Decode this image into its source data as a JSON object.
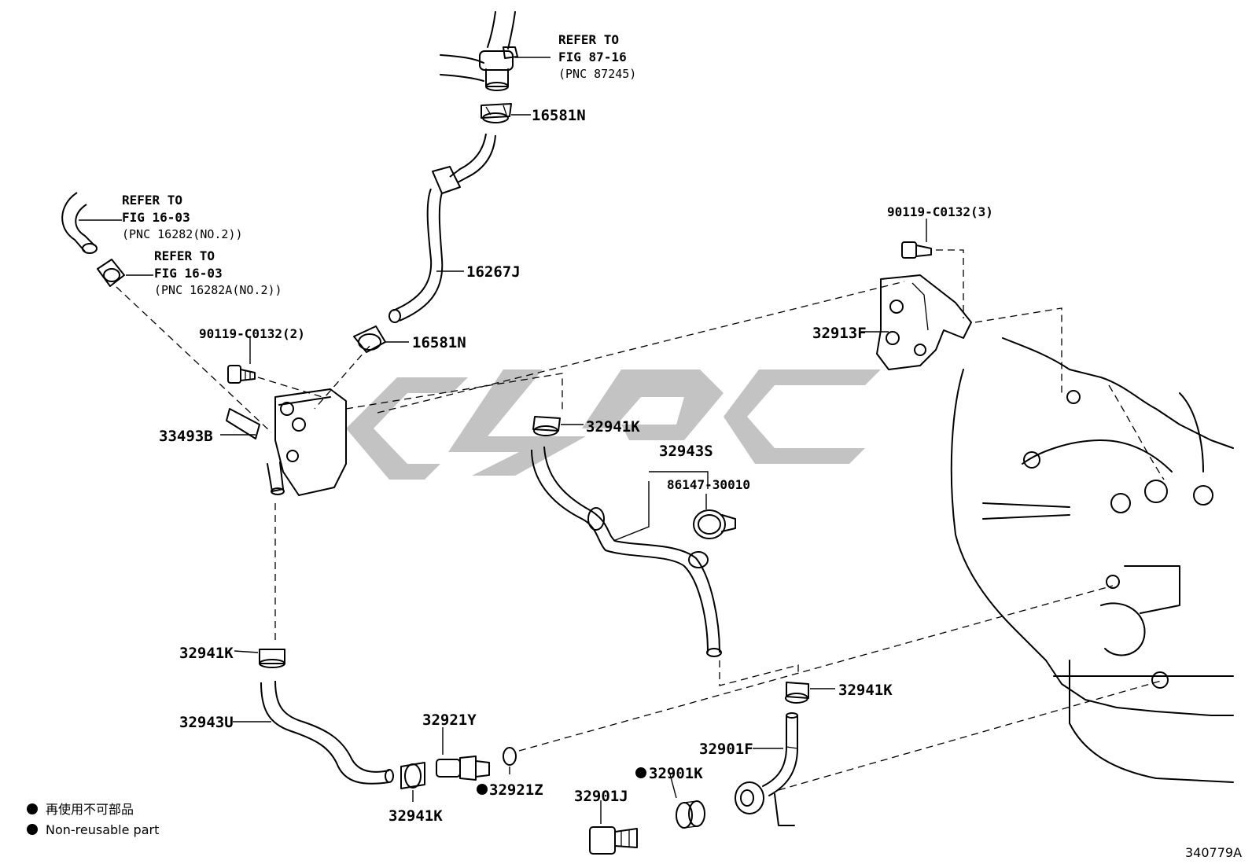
{
  "diagram": {
    "part_labels": {
      "p16581n_top": "16581N",
      "p16267j": "16267J",
      "p16581n_mid": "16581N",
      "p90119_2": "90119-C0132(2)",
      "p33493b": "33493B",
      "p32941k_a": "32941K",
      "p32943s": "32943S",
      "p86147": "86147-30010",
      "p90119_3": "90119-C0132(3)",
      "p32913f": "32913F",
      "p32941k_b": "32941K",
      "p32943u": "32943U",
      "p32921y": "32921Y",
      "p32921z": "32921Z",
      "p32941k_c": "32941K",
      "p32941k_d": "32941K",
      "p32901f": "32901F",
      "p32901k": "32901K",
      "p32901j": "32901J"
    },
    "refer_top": {
      "line1": "REFER TO",
      "line2": "FIG 87-16",
      "line3": "(PNC 87245)"
    },
    "refer_left1": {
      "line1": "REFER TO",
      "line2": "FIG 16-03",
      "line3": "(PNC 16282(NO.2))"
    },
    "refer_left2": {
      "line1": "REFER TO",
      "line2": "FIG 16-03",
      "line3": "(PNC 16282A(NO.2))"
    },
    "legend": {
      "line1": "再使用不可部品",
      "line2": "Non-reusable part"
    },
    "figure_id": "340779A"
  }
}
